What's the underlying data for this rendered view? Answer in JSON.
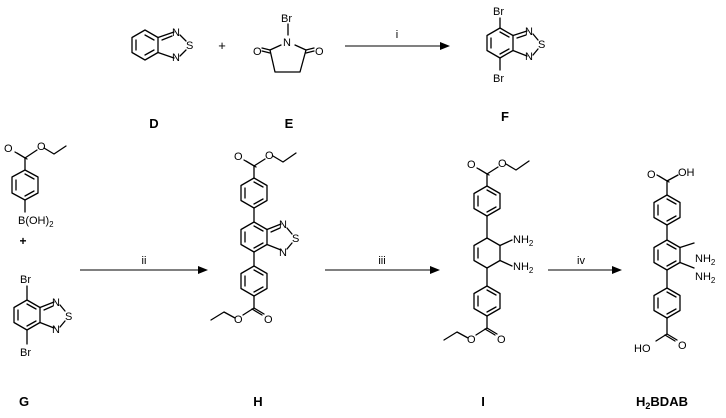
{
  "scheme": {
    "compounds": {
      "D": {
        "id": "D"
      },
      "E": {
        "id": "E",
        "atoms": {
          "br": "Br",
          "n": "N",
          "o1": "O",
          "o2": "O"
        }
      },
      "F": {
        "id": "F",
        "atoms": {
          "br_top": "Br",
          "br_bot": "Br",
          "n1": "N",
          "s": "S",
          "n2": "N"
        }
      },
      "G": {
        "id": "G",
        "atoms": {
          "o_carbonyl": "O",
          "o_ester": "O",
          "boronic": "B(OH)",
          "boronic_sub": "2",
          "plus": "+",
          "br_top": "Br",
          "br_bot": "Br",
          "n1": "N",
          "s": "S",
          "n2": "N"
        }
      },
      "H": {
        "id": "H",
        "atoms": {
          "o1": "O",
          "o2": "O",
          "o3": "O",
          "o4": "O",
          "n1": "N",
          "s": "S",
          "n2": "N"
        }
      },
      "I": {
        "id": "I",
        "atoms": {
          "o1": "O",
          "o2": "O",
          "o3": "O",
          "o4": "O",
          "nh2_1": "NH",
          "nh2_1_sub": "2",
          "nh2_2": "NH",
          "nh2_2_sub": "2"
        }
      },
      "BDAB": {
        "id_pre": "H",
        "id_sub": "2",
        "id_post": "BDAB",
        "atoms": {
          "oh_top": "OH",
          "o_top": "O",
          "oh_bot": "HO",
          "o_bot": "O",
          "nh2_1": "NH",
          "nh2_1_sub": "2",
          "nh2_2": "NH",
          "nh2_2_sub": "2"
        }
      }
    },
    "d_atoms": {
      "n1": "N",
      "s": "S",
      "n2": "N"
    },
    "plus_de": "+",
    "conditions": {
      "i": "i",
      "ii": "ii",
      "iii": "iii",
      "iv": "iv"
    }
  }
}
